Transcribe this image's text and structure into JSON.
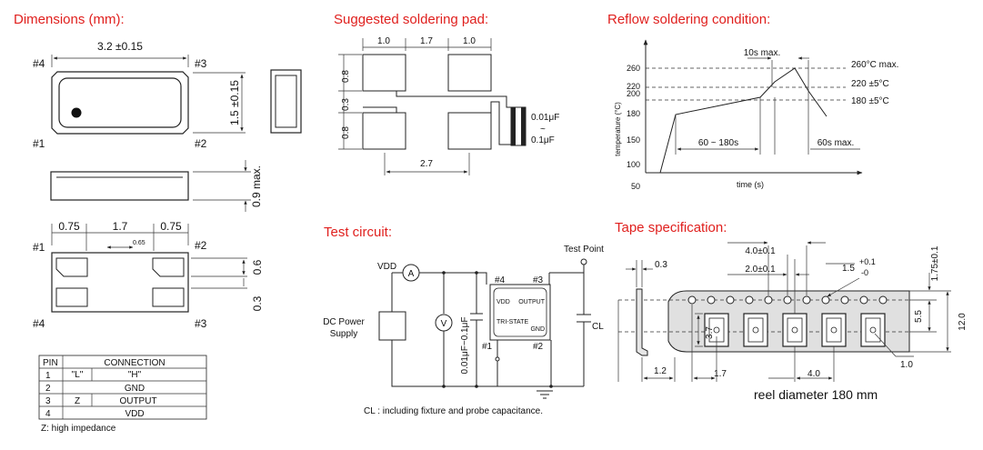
{
  "sections": {
    "dimensions": "Dimensions (mm):",
    "pad": "Suggested soldering pad:",
    "reflow": "Reflow soldering condition:",
    "test": "Test circuit:",
    "tape": "Tape specification:"
  },
  "dimensions": {
    "width": "3.2 ±0.15",
    "height": "1.5 ±0.15",
    "thickness": "0.9 max.",
    "pin_labels": [
      "#4",
      "#3",
      "#1",
      "#2"
    ],
    "pad_w1": "0.75",
    "pad_gap": "1.7",
    "pad_w2": "0.75",
    "inner": "0.65",
    "pad_h": "0.6",
    "pad_off": "0.3"
  },
  "pin_table": {
    "headers": [
      "PIN",
      "CONNECTION"
    ],
    "sub": [
      "\"L\"",
      "\"H\""
    ],
    "rows": [
      {
        "pin": "1",
        "low": "",
        "high": "",
        "full": ""
      },
      {
        "pin": "2",
        "low": "",
        "high": "",
        "full": "GND"
      },
      {
        "pin": "3",
        "low": "Z",
        "high": "OUTPUT",
        "full": ""
      },
      {
        "pin": "4",
        "low": "",
        "high": "",
        "full": "VDD"
      }
    ],
    "note": "Z: high impedance"
  },
  "pad": {
    "top_dims": [
      "1.0",
      "1.7",
      "1.0"
    ],
    "side_dims": [
      "0.8",
      "0.3",
      "0.8"
    ],
    "bottom_dim": "2.7",
    "cap_top": "0.01μF",
    "cap_tilde": "~",
    "cap_bottom": "0.1μF"
  },
  "reflow": {
    "ylabel": "temperature (°C)",
    "xlabel": "time (s)",
    "yticks": [
      "260",
      "220",
      "200",
      "180",
      "150",
      "100",
      "50"
    ],
    "peak": "260°C max.",
    "line220": "220 ±5°C",
    "line180": "180 ±5°C",
    "top_span": "10s max.",
    "preheat": "60 ~ 180s",
    "cool": "60s max."
  },
  "test": {
    "vdd": "VDD",
    "ammeter": "A",
    "voltmeter": "V",
    "supply": [
      "DC Power",
      "Supply"
    ],
    "cap": "0.01μF~0.1μF",
    "chip_labels": [
      "#4",
      "#3",
      "#1",
      "#2"
    ],
    "chip_vdd": "VDD",
    "chip_out": "OUTPUT",
    "chip_tri": "TRI-STATE",
    "chip_gnd": "GND",
    "test_point": "Test Point",
    "cl": "CL",
    "note": "CL : including fixture and probe capacitance."
  },
  "tape": {
    "d_03": "0.3",
    "pitch_hole": "4.0±0.1",
    "hole_to_pocket": "2.0±0.1",
    "hole_dia": "1.5",
    "hole_tol_top": "+0.1",
    "hole_tol_bot": "-0",
    "edge": "1.75±0.1",
    "d_55": "5.5",
    "width": "12.0",
    "pocket": "3.7",
    "d_12": "1.2",
    "d_17": "1.7",
    "pitch_pocket": "4.0",
    "d_10": "1.0",
    "reel": "reel diameter 180 mm"
  }
}
